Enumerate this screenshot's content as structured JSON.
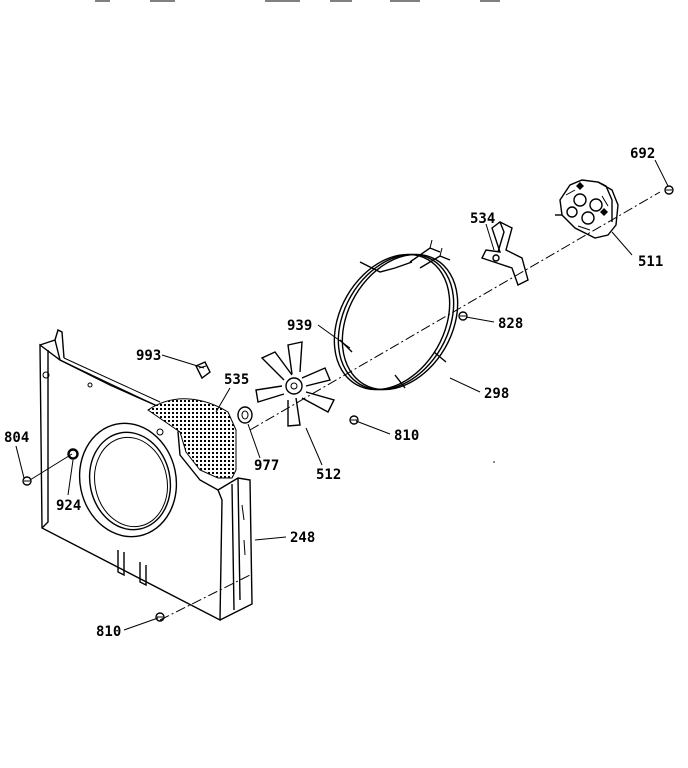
{
  "diagram": {
    "callouts": [
      {
        "id": "692",
        "text": "692"
      },
      {
        "id": "534",
        "text": "534"
      },
      {
        "id": "511",
        "text": "511"
      },
      {
        "id": "828",
        "text": "828"
      },
      {
        "id": "939",
        "text": "939"
      },
      {
        "id": "298",
        "text": "298"
      },
      {
        "id": "993",
        "text": "993"
      },
      {
        "id": "535",
        "text": "535"
      },
      {
        "id": "810a",
        "text": "810"
      },
      {
        "id": "804",
        "text": "804"
      },
      {
        "id": "977",
        "text": "977"
      },
      {
        "id": "512",
        "text": "512"
      },
      {
        "id": "924",
        "text": "924"
      },
      {
        "id": "248",
        "text": "248"
      },
      {
        "id": "810b",
        "text": "810"
      }
    ]
  }
}
